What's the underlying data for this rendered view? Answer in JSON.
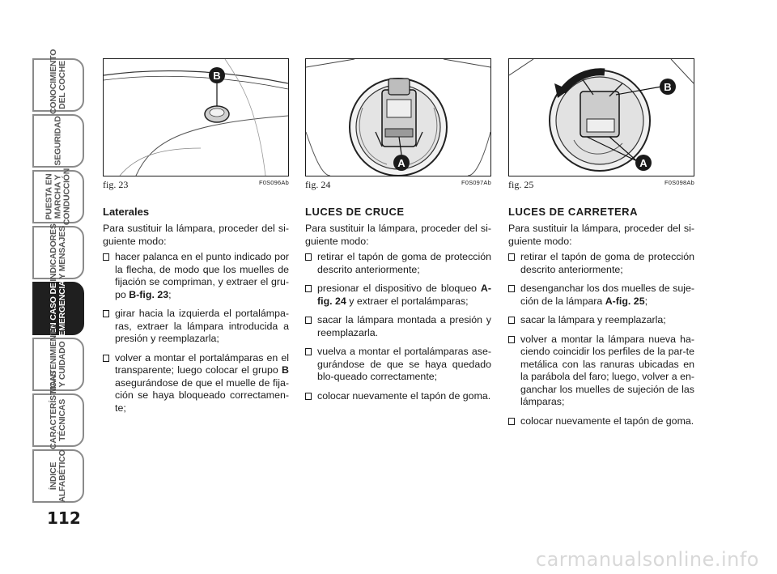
{
  "side_tabs": [
    {
      "label": "CONOCIMIENTO\nDEL COCHE",
      "active": false
    },
    {
      "label": "SEGURIDAD",
      "active": false
    },
    {
      "label": "PUESTA EN\nMARCHA Y\nCONDUCCIÓN",
      "active": false
    },
    {
      "label": "INDICADORES\nY MENSAJES",
      "active": false
    },
    {
      "label": "EN CASO DE\nEMERGENCIA",
      "active": true
    },
    {
      "label": "MANTENIMIENTO\nY CUIDADO",
      "active": false
    },
    {
      "label": "CARACTERÍSTICAS\nTÉCNICAS",
      "active": false
    },
    {
      "label": "ÍNDICE\nALFABÉTICO",
      "active": false
    }
  ],
  "page_number": "112",
  "columns": [
    {
      "figure": {
        "caption": "fig. 23",
        "code": "F0S096Ab",
        "callouts": [
          "B"
        ]
      },
      "heading": "Laterales",
      "intro": "Para sustituir la lámpara, proceder del si-guiente modo:",
      "items": [
        [
          "hacer palanca en el punto indicado por la flecha, de modo que los muelles de fijación se compriman, y extraer el gru-po ",
          "B-fig. 23",
          ";"
        ],
        [
          "girar hacia la izquierda el portalámpa-ras, extraer la lámpara introducida a presión y reemplazarla;",
          "",
          ""
        ],
        [
          "volver a montar el portalámparas en el transparente; luego colocar el grupo ",
          "B",
          " asegurándose de que el muelle de fija-ción se haya bloqueado correctamen-te;"
        ]
      ]
    },
    {
      "figure": {
        "caption": "fig. 24",
        "code": "F0S097Ab",
        "callouts": [
          "A"
        ]
      },
      "heading": "LUCES DE CRUCE",
      "intro": "Para sustituir la lámpara, proceder del si-guiente modo:",
      "items": [
        [
          "retirar el tapón de goma de protección descrito anteriormente;",
          "",
          ""
        ],
        [
          "presionar el dispositivo de bloqueo ",
          "A-fig. 24",
          " y extraer el portalámparas;"
        ],
        [
          "sacar la lámpara montada a presión y reemplazarla.",
          "",
          ""
        ],
        [
          "vuelva a montar el portalámparas ase-gurándose de que se haya quedado blo-queado correctamente;",
          "",
          ""
        ],
        [
          "colocar nuevamente el tapón de goma.",
          "",
          ""
        ]
      ]
    },
    {
      "figure": {
        "caption": "fig. 25",
        "code": "F0S098Ab",
        "callouts": [
          "B",
          "A"
        ]
      },
      "heading": "LUCES DE CARRETERA",
      "intro": "Para sustituir la lámpara, proceder del si-guiente modo:",
      "items": [
        [
          "retirar el tapón de goma de protección descrito anteriormente;",
          "",
          ""
        ],
        [
          "desenganchar los dos muelles de suje-ción de la lámpara ",
          "A-fig. 25",
          ";"
        ],
        [
          "sacar la lámpara y reemplazarla;",
          "",
          ""
        ],
        [
          "volver a montar la lámpara nueva ha-ciendo coincidir los perfiles de la par-te metálica con las ranuras ubicadas en la parábola del faro; luego, volver a en-ganchar los muelles de sujeción de las lámparas;",
          "",
          ""
        ],
        [
          "colocar nuevamente el tapón de goma.",
          "",
          ""
        ]
      ]
    }
  ],
  "watermark": "carmanualsonline.info"
}
